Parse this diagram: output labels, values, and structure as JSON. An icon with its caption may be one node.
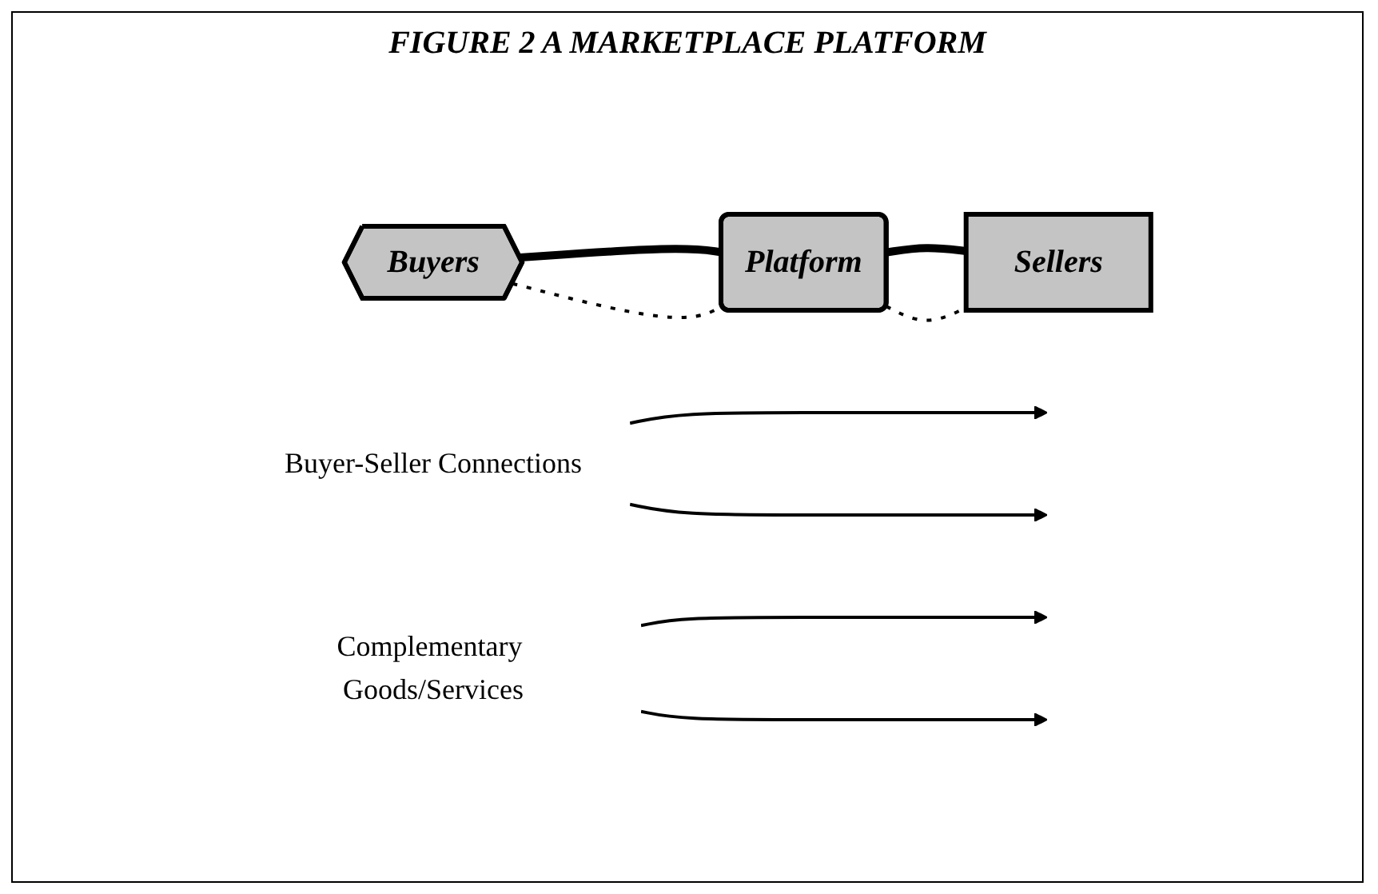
{
  "diagram": {
    "title": "FIGURE 2 A MARKETPLACE PLATFORM",
    "nodes": [
      {
        "text": [
          "Buyers"
        ]
      },
      {
        "text": [
          "Platform"
        ]
      },
      {
        "text": [
          "Sellers"
        ]
      },
      {
        "text": [
          "Buyer-Seller Connections"
        ]
      },
      {
        "text": [
          "Complementary Goods/Services"
        ]
      }
    ],
    "edges": [
      {
        "from": 0,
        "to": 1,
        "arrow": "none",
        "style": "thick"
      },
      {
        "from": 1,
        "to": 2,
        "arrow": "none",
        "style": "thick"
      },
      {
        "from": 0,
        "to": 1,
        "arrow": "none",
        "style": "dashed"
      },
      {
        "from": 1,
        "to": 2,
        "arrow": "none",
        "style": "dashed"
      },
      {
        "from": 3,
        "to": null,
        "arrow": "to"
      },
      {
        "from": 3,
        "to": null,
        "arrow": "to"
      },
      {
        "from": 4,
        "to": null,
        "arrow": "to"
      },
      {
        "from": 4,
        "to": null,
        "arrow": "to"
      }
    ]
  }
}
